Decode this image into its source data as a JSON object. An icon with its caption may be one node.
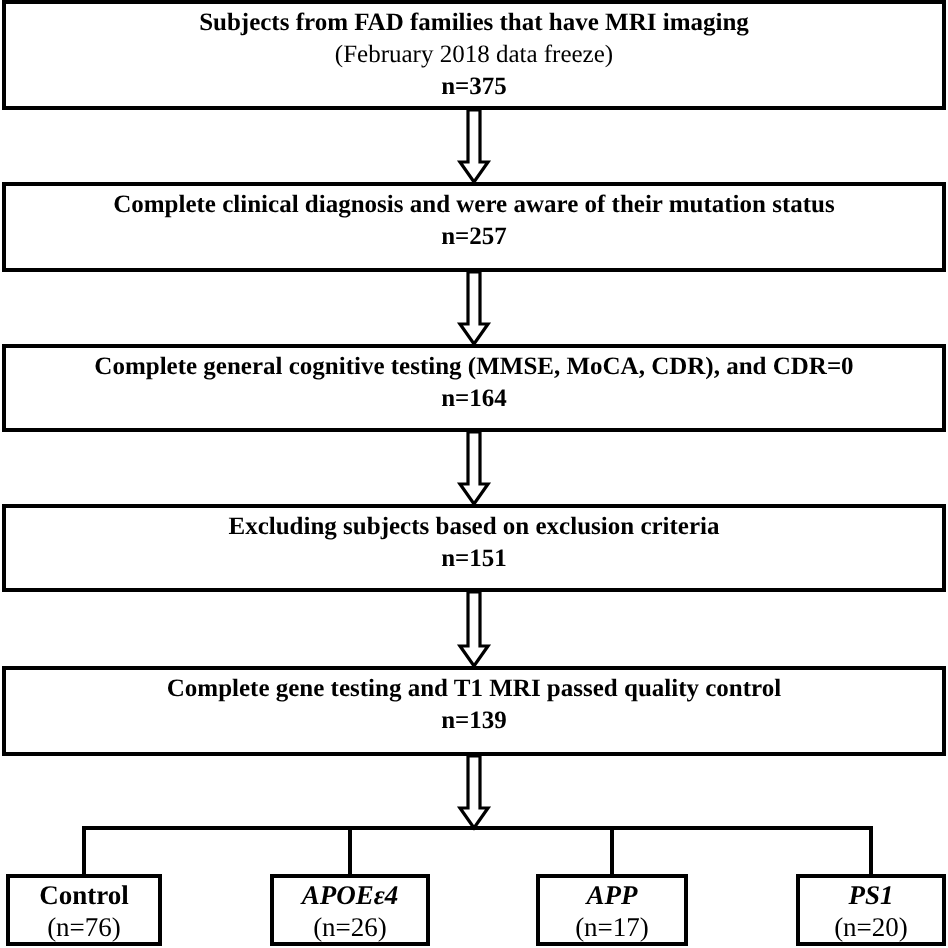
{
  "diagram": {
    "nodes": [
      {
        "text": [
          "Subjects from FAD families that have MRI imaging",
          "(February 2018 data freeze)",
          "n=375"
        ]
      },
      {
        "text": [
          "Complete clinical diagnosis and were aware of their mutation status",
          "n=257"
        ]
      },
      {
        "text": [
          "Complete general cognitive testing (MMSE, MoCA, CDR), and CDR=0",
          "n=164"
        ]
      },
      {
        "text": [
          "Excluding subjects based on exclusion criteria",
          "n=151"
        ]
      },
      {
        "text": [
          "Complete gene testing and T1 MRI passed quality control",
          "n=139"
        ]
      },
      {
        "text": [
          "Control",
          "(n=76)"
        ]
      },
      {
        "text": [
          "*APOEε4*",
          "(n=26)"
        ]
      },
      {
        "text": [
          "*APP*",
          "(n=17)"
        ]
      },
      {
        "text": [
          "*PS1*",
          "(n=20)"
        ]
      }
    ],
    "edges": [
      {
        "from": 0,
        "to": 1,
        "arrow": "to"
      },
      {
        "from": 1,
        "to": 2,
        "arrow": "to"
      },
      {
        "from": 2,
        "to": 3,
        "arrow": "to"
      },
      {
        "from": 3,
        "to": 4,
        "arrow": "to"
      },
      {
        "from": 4,
        "to": 5,
        "arrow": "none"
      },
      {
        "from": 4,
        "to": 6,
        "arrow": "none"
      },
      {
        "from": 4,
        "to": 7,
        "arrow": "none"
      },
      {
        "from": 4,
        "to": 8,
        "arrow": "none"
      }
    ]
  }
}
